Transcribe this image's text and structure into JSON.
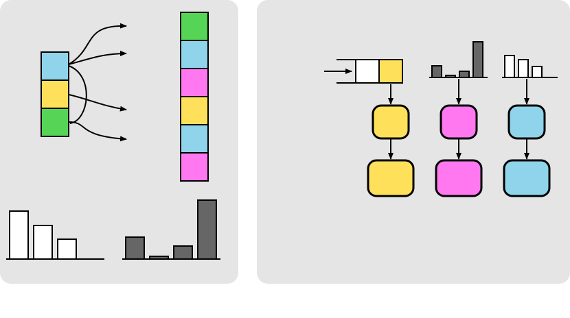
{
  "colors": {
    "panel": "#e5e5e5",
    "stroke": "#000000",
    "green": "#55d455",
    "blue": "#8fd4ea",
    "yellow": "#ffe05a",
    "magenta": "#ff78f0",
    "white": "#ffffff",
    "dark_gray": "#666666"
  },
  "left_panel": {
    "source_stack": [
      "blue",
      "yellow",
      "green"
    ],
    "target_stack": [
      "green",
      "blue",
      "magenta",
      "yellow",
      "blue",
      "magenta"
    ],
    "arrow_count": 4,
    "white_histogram": [
      70,
      49,
      29
    ],
    "gray_histogram": [
      32,
      4,
      19,
      86
    ]
  },
  "right_panel": {
    "queue": {
      "cells": [
        "white",
        "yellow"
      ],
      "has_input_arrow": true
    },
    "mini_gray_histogram": [
      17,
      3,
      9,
      52
    ],
    "mini_white_histogram": [
      32,
      26,
      16
    ],
    "columns": [
      {
        "source": "queue",
        "color": "yellow"
      },
      {
        "source": "gray-histogram",
        "color": "magenta"
      },
      {
        "source": "white-histogram",
        "color": "blue"
      }
    ]
  }
}
